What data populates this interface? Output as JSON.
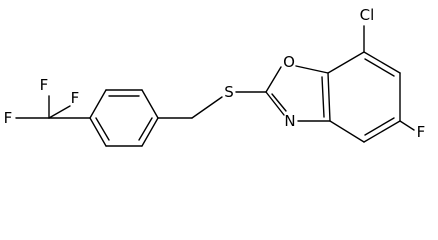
{
  "structure": {
    "atom_labels": {
      "Cl": "Cl",
      "O": "O",
      "S": "S",
      "N": "N",
      "F_ring": "F",
      "F_cf3_top1": "F",
      "F_cf3_top2": "F",
      "F_cf3_left": "F"
    }
  }
}
